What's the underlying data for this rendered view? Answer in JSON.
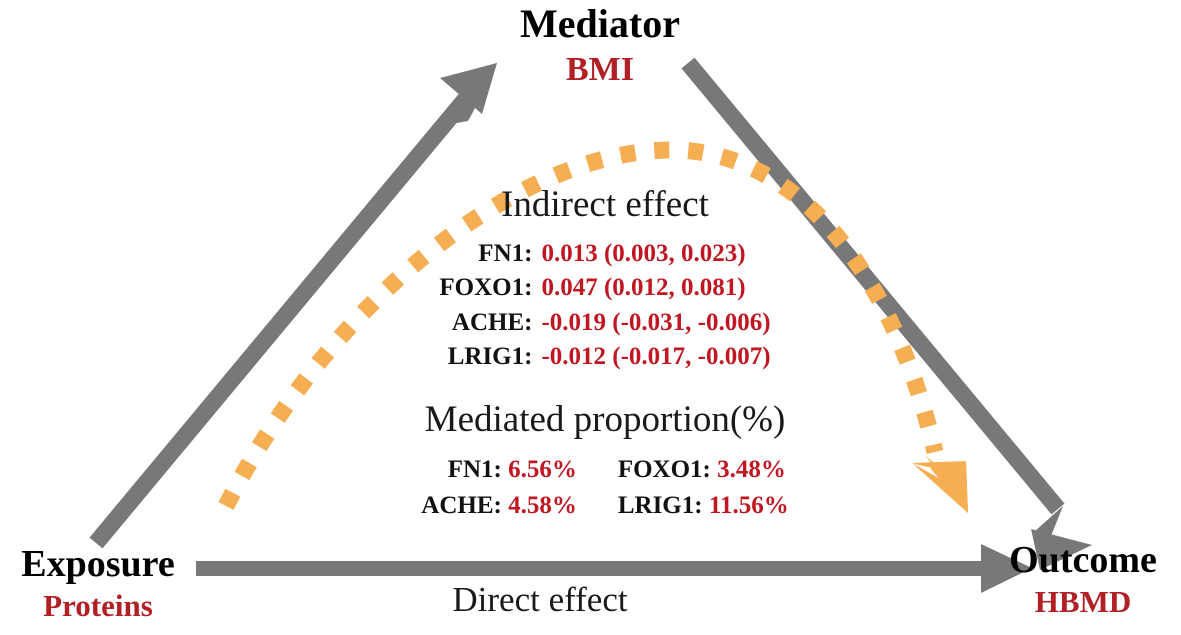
{
  "diagram": {
    "type": "mediation-analysis",
    "colors": {
      "arrow_gray": "#787878",
      "arc_orange": "#f5ae52",
      "value_red": "#c01722",
      "node_sub_red": "#b02025",
      "text_black": "#111111",
      "background": "#ffffff"
    }
  },
  "nodes": {
    "mediator": {
      "title": "Mediator",
      "subtitle": "BMI"
    },
    "exposure": {
      "title": "Exposure",
      "subtitle": "Proteins"
    },
    "outcome": {
      "title": "Outcome",
      "subtitle": "HBMD"
    }
  },
  "paths": {
    "direct_effect_label": "Direct effect"
  },
  "indirect": {
    "heading": "Indirect effect",
    "rows": [
      {
        "label": "FN1:",
        "value": "0.013 (0.003, 0.023)"
      },
      {
        "label": "FOXO1:",
        "value": "0.047 (0.012, 0.081)"
      },
      {
        "label": "ACHE:",
        "value": "-0.019 (-0.031, -0.006)"
      },
      {
        "label": "LRIG1:",
        "value": "-0.012 (-0.017, -0.007)"
      }
    ]
  },
  "proportion": {
    "heading": "Mediated proportion(%)",
    "rows": [
      [
        {
          "name": "FN1:",
          "value": "6.56%"
        },
        {
          "name": "FOXO1:",
          "value": "3.48%"
        }
      ],
      [
        {
          "name": "ACHE:",
          "value": "4.58%"
        },
        {
          "name": "LRIG1:",
          "value": "11.56%"
        }
      ]
    ]
  },
  "chart_data": {
    "type": "diagram",
    "title": "Mediation analysis of proteins on heel bone mineral density via BMI",
    "exposure": "Proteins",
    "mediator": "BMI",
    "outcome": "HBMD",
    "indirect_effects": [
      {
        "protein": "FN1",
        "beta": 0.013,
        "ci_low": 0.003,
        "ci_high": 0.023,
        "mediated_proportion_pct": 6.56
      },
      {
        "protein": "FOXO1",
        "beta": 0.047,
        "ci_low": 0.012,
        "ci_high": 0.081,
        "mediated_proportion_pct": 3.48
      },
      {
        "protein": "ACHE",
        "beta": -0.019,
        "ci_low": -0.031,
        "ci_high": -0.006,
        "mediated_proportion_pct": 4.58
      },
      {
        "protein": "LRIG1",
        "beta": -0.012,
        "ci_low": -0.017,
        "ci_high": -0.007,
        "mediated_proportion_pct": 11.56
      }
    ]
  }
}
